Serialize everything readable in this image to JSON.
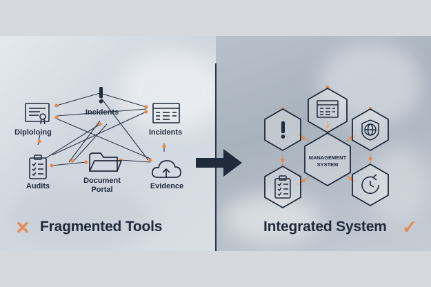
{
  "left": {
    "items": {
      "diploma": "Diploloing",
      "incidents_top": "Incidents",
      "incidents_right": "Incidents",
      "audits": "Audits",
      "document_portal": "Document\nPortal",
      "evidence": "Evidence"
    },
    "title": "Fragmented Tools",
    "mark": "✕"
  },
  "right": {
    "center_label": "MANAGEMENT\nSYSTEM",
    "title": "Integrated System",
    "mark": "✓"
  },
  "colors": {
    "navy": "#1f2a3a",
    "accent": "#e8894f"
  }
}
